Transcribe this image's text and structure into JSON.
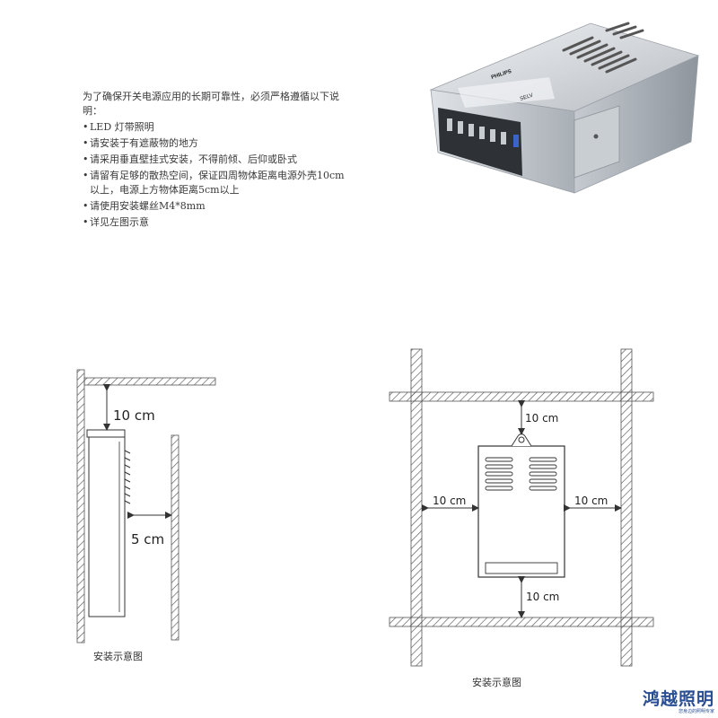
{
  "instructions": {
    "lead": "为了确保开关电源应用的长期可靠性，必须严格遵循以下说明：",
    "items": [
      "LED 灯带照明",
      "请安装于有遮蔽物的地方",
      "请采用垂直壁挂式安装，不得前倾、后仰或卧式",
      "请留有足够的散热空间，保证四周物体距离电源外壳10cm以上，电源上方物体距离5cm以上",
      "请使用安装螺丝M4*8mm",
      "详见左图示意"
    ]
  },
  "product_photo": {
    "brand": "PHILIPS",
    "label": "SELV"
  },
  "side_diagram": {
    "top_clearance": "10 cm",
    "side_clearance": "5 cm",
    "caption": "安装示意图"
  },
  "front_diagram": {
    "top_clearance": "10 cm",
    "left_clearance": "10 cm",
    "right_clearance": "10 cm",
    "bottom_clearance": "10 cm",
    "caption": "安装示意图"
  },
  "logo": {
    "name": "鸿越照明",
    "slogan": "您身边的照明专家",
    "color": "#2a4e94"
  }
}
